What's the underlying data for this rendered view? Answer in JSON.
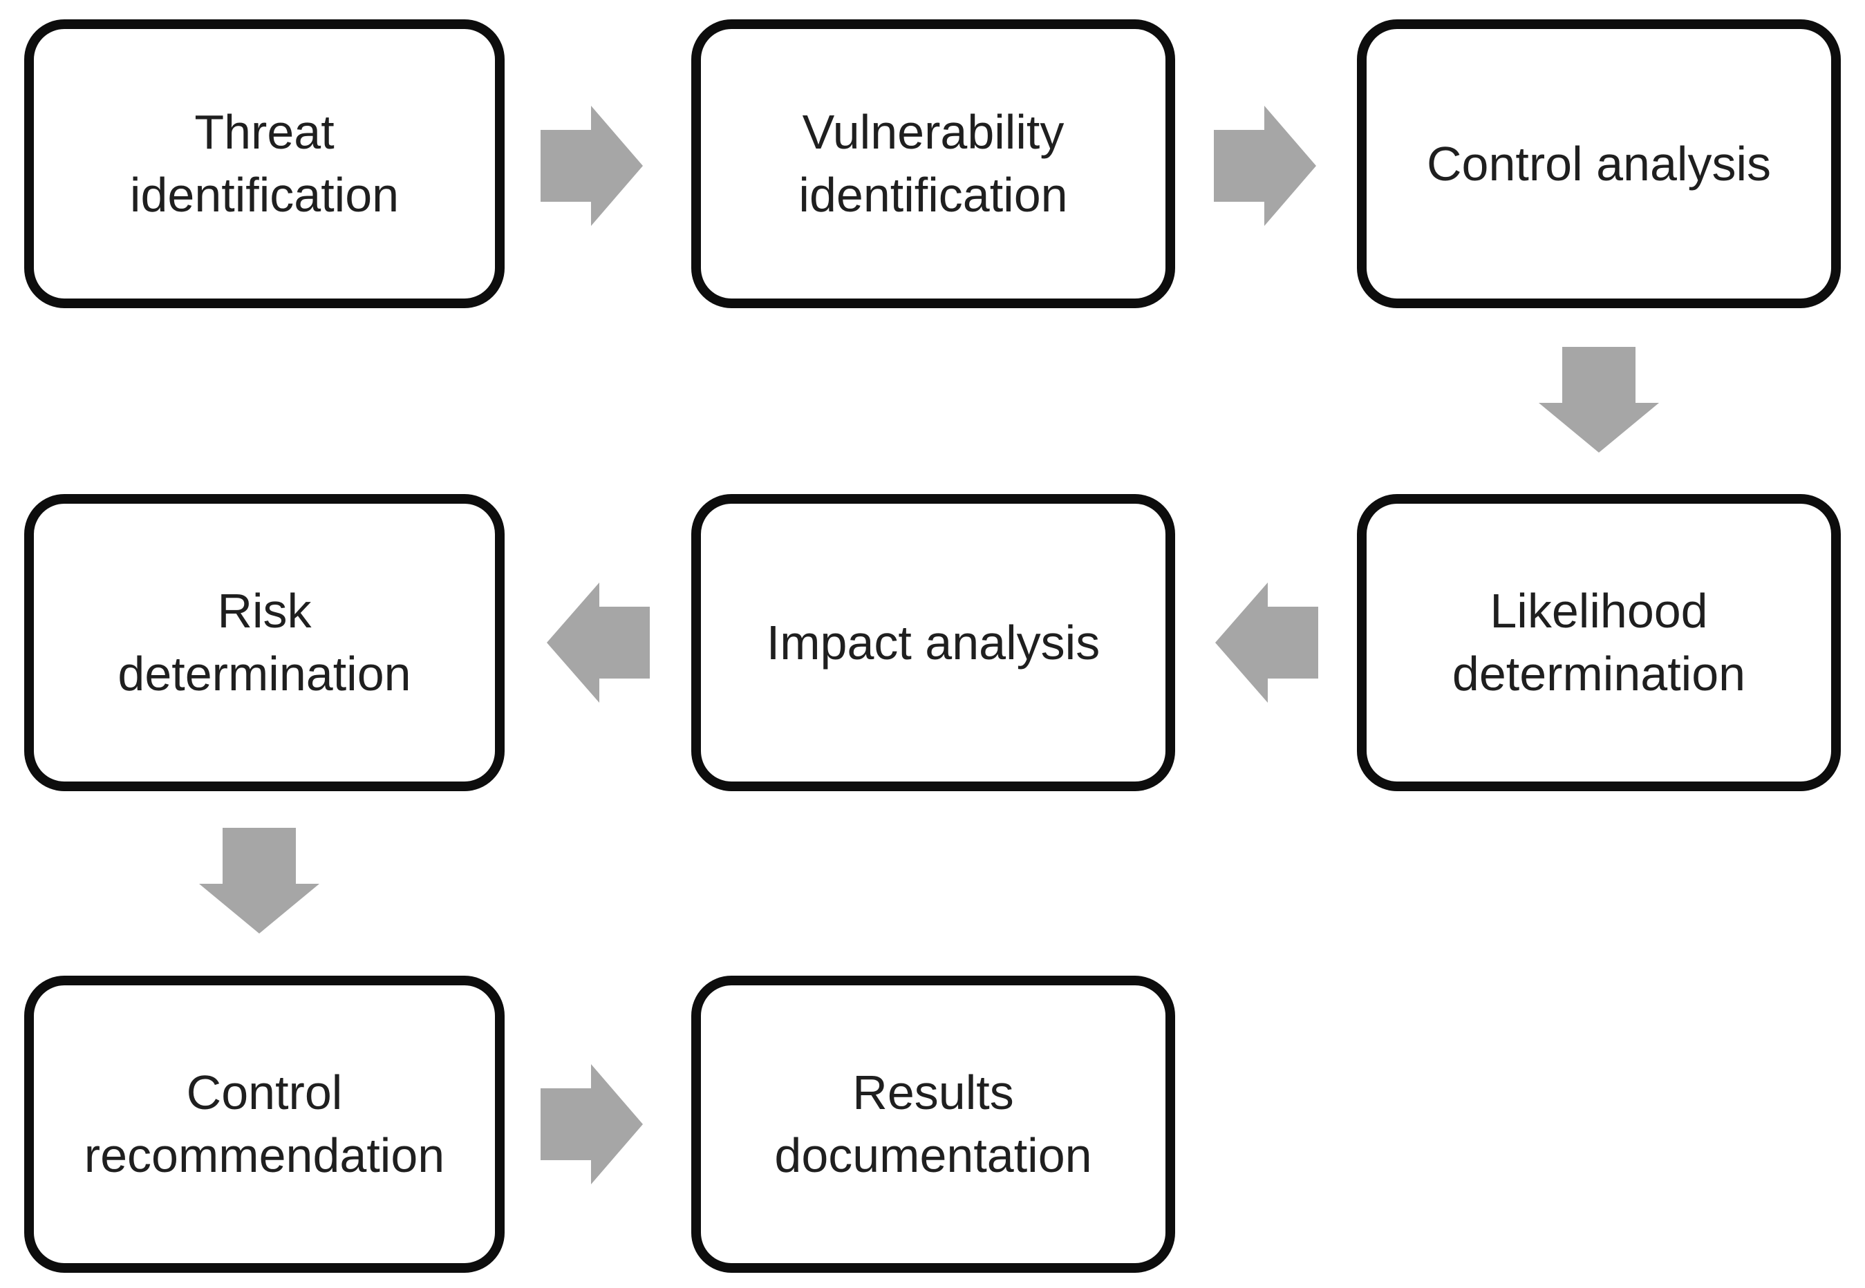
{
  "colors": {
    "background": "#ffffff",
    "box_fill": "#ffffff",
    "box_border": "#0d0d0d",
    "text": "#1f1f1f",
    "arrow": "#a6a6a6"
  },
  "diagram": {
    "type": "flowchart",
    "nodes": [
      {
        "id": "threat-identification",
        "label": "Threat identification"
      },
      {
        "id": "vulnerability-identification",
        "label": "Vulnerability identification"
      },
      {
        "id": "control-analysis",
        "label": "Control analysis"
      },
      {
        "id": "likelihood-determination",
        "label": "Likelihood determination"
      },
      {
        "id": "impact-analysis",
        "label": "Impact analysis"
      },
      {
        "id": "risk-determination",
        "label": "Risk determination"
      },
      {
        "id": "control-recommendation",
        "label": "Control recommendation"
      },
      {
        "id": "results-documentation",
        "label": "Results documentation"
      }
    ],
    "arrows": [
      {
        "from": "threat-identification",
        "to": "vulnerability-identification",
        "direction": "right"
      },
      {
        "from": "vulnerability-identification",
        "to": "control-analysis",
        "direction": "right"
      },
      {
        "from": "control-analysis",
        "to": "likelihood-determination",
        "direction": "down"
      },
      {
        "from": "likelihood-determination",
        "to": "impact-analysis",
        "direction": "left"
      },
      {
        "from": "impact-analysis",
        "to": "risk-determination",
        "direction": "left"
      },
      {
        "from": "risk-determination",
        "to": "control-recommendation",
        "direction": "down"
      },
      {
        "from": "control-recommendation",
        "to": "results-documentation",
        "direction": "right"
      }
    ]
  }
}
